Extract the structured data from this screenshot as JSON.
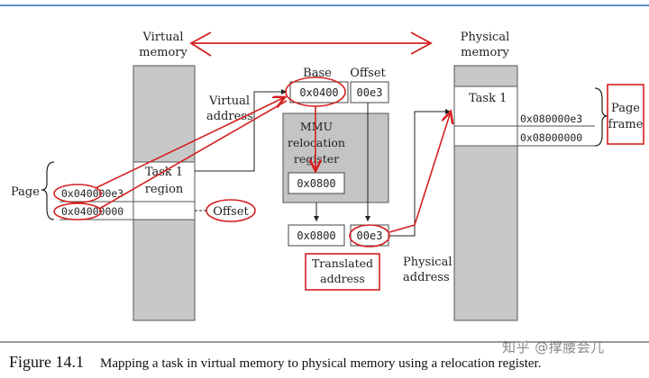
{
  "virtual_memory": {
    "label_line1": "Virtual",
    "label_line2": "memory"
  },
  "physical_memory": {
    "label_line1": "Physical",
    "label_line2": "memory"
  },
  "virtual_address_label": {
    "line1": "Virtual",
    "line2": "address"
  },
  "base_label": "Base",
  "offset_label": "Offset",
  "base_value": "0x0400",
  "offset_value": "00e3",
  "mmu": {
    "line1": "MMU",
    "line2": "relocation",
    "line3": "register",
    "value": "0x0800"
  },
  "translated": {
    "base_value": "0x0800",
    "offset_value": "00e3",
    "label_line1": "Translated",
    "label_line2": "address"
  },
  "physical_address_label": {
    "line1": "Physical",
    "line2": "address"
  },
  "page_label": "Page",
  "virtual_region": {
    "line1": "Task 1",
    "line2": "region"
  },
  "virtual_addresses": {
    "top": "0x040000e3",
    "bottom": "0x04000000"
  },
  "offset_annotation": "Offset",
  "physical_task_label": "Task 1",
  "physical_addresses": {
    "top": "0x080000e3",
    "bottom": "0x08000000"
  },
  "page_frame_label": {
    "line1": "Page",
    "line2": "frame"
  },
  "caption": {
    "label": "Figure 14.1",
    "text": "Mapping a task in virtual memory to physical memory using a relocation register."
  },
  "watermark": "知乎 @撑腰会儿",
  "colors": {
    "annotation": "#d42020",
    "column_fill": "#c8c8c8",
    "mmu_fill": "#c4c4c4",
    "rule": "#5a8fc8"
  }
}
